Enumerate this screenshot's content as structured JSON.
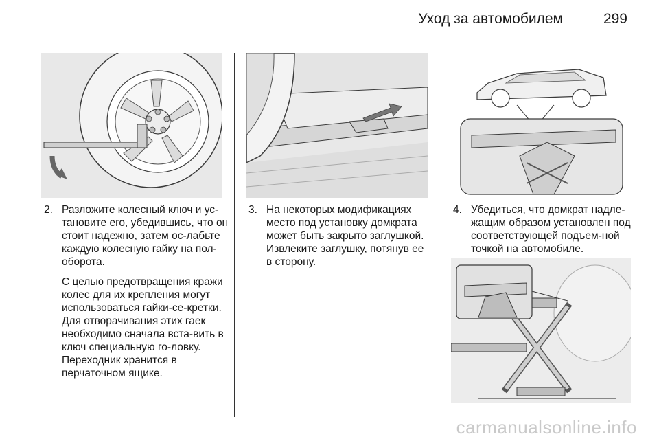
{
  "header": {
    "title": "Уход за автомобилем",
    "page_number": "299"
  },
  "steps": [
    {
      "number": "2.",
      "paragraphs": [
        "Разложите колесный ключ и ус-тановите его, убедившись, что он стоит надежно, затем ос-лабьте каждую колесную гайку на пол-оборота.",
        "С целью предотвращения кражи колес для их крепления могут использоваться гайки-се-кретки. Для отворачивания этих гаек необходимо сначала вста-вить в ключ специальную го-ловку. Переходник хранится в перчаточном ящике."
      ]
    },
    {
      "number": "3.",
      "paragraphs": [
        "На некоторых модификациях место под установку домкрата может быть закрыто заглушкой. Извлеките заглушку, потянув ее в сторону."
      ]
    },
    {
      "number": "4.",
      "paragraphs": [
        "Убедиться, что домкрат надле-жащим образом установлен под соответствующей подъем-ной точкой на автомобиле."
      ]
    }
  ],
  "watermark": "carmanualsonline.info",
  "colors": {
    "figure_bg": "#e8e8e8",
    "line_art": "#3a3a3a",
    "tire": "#f4f4f4"
  }
}
